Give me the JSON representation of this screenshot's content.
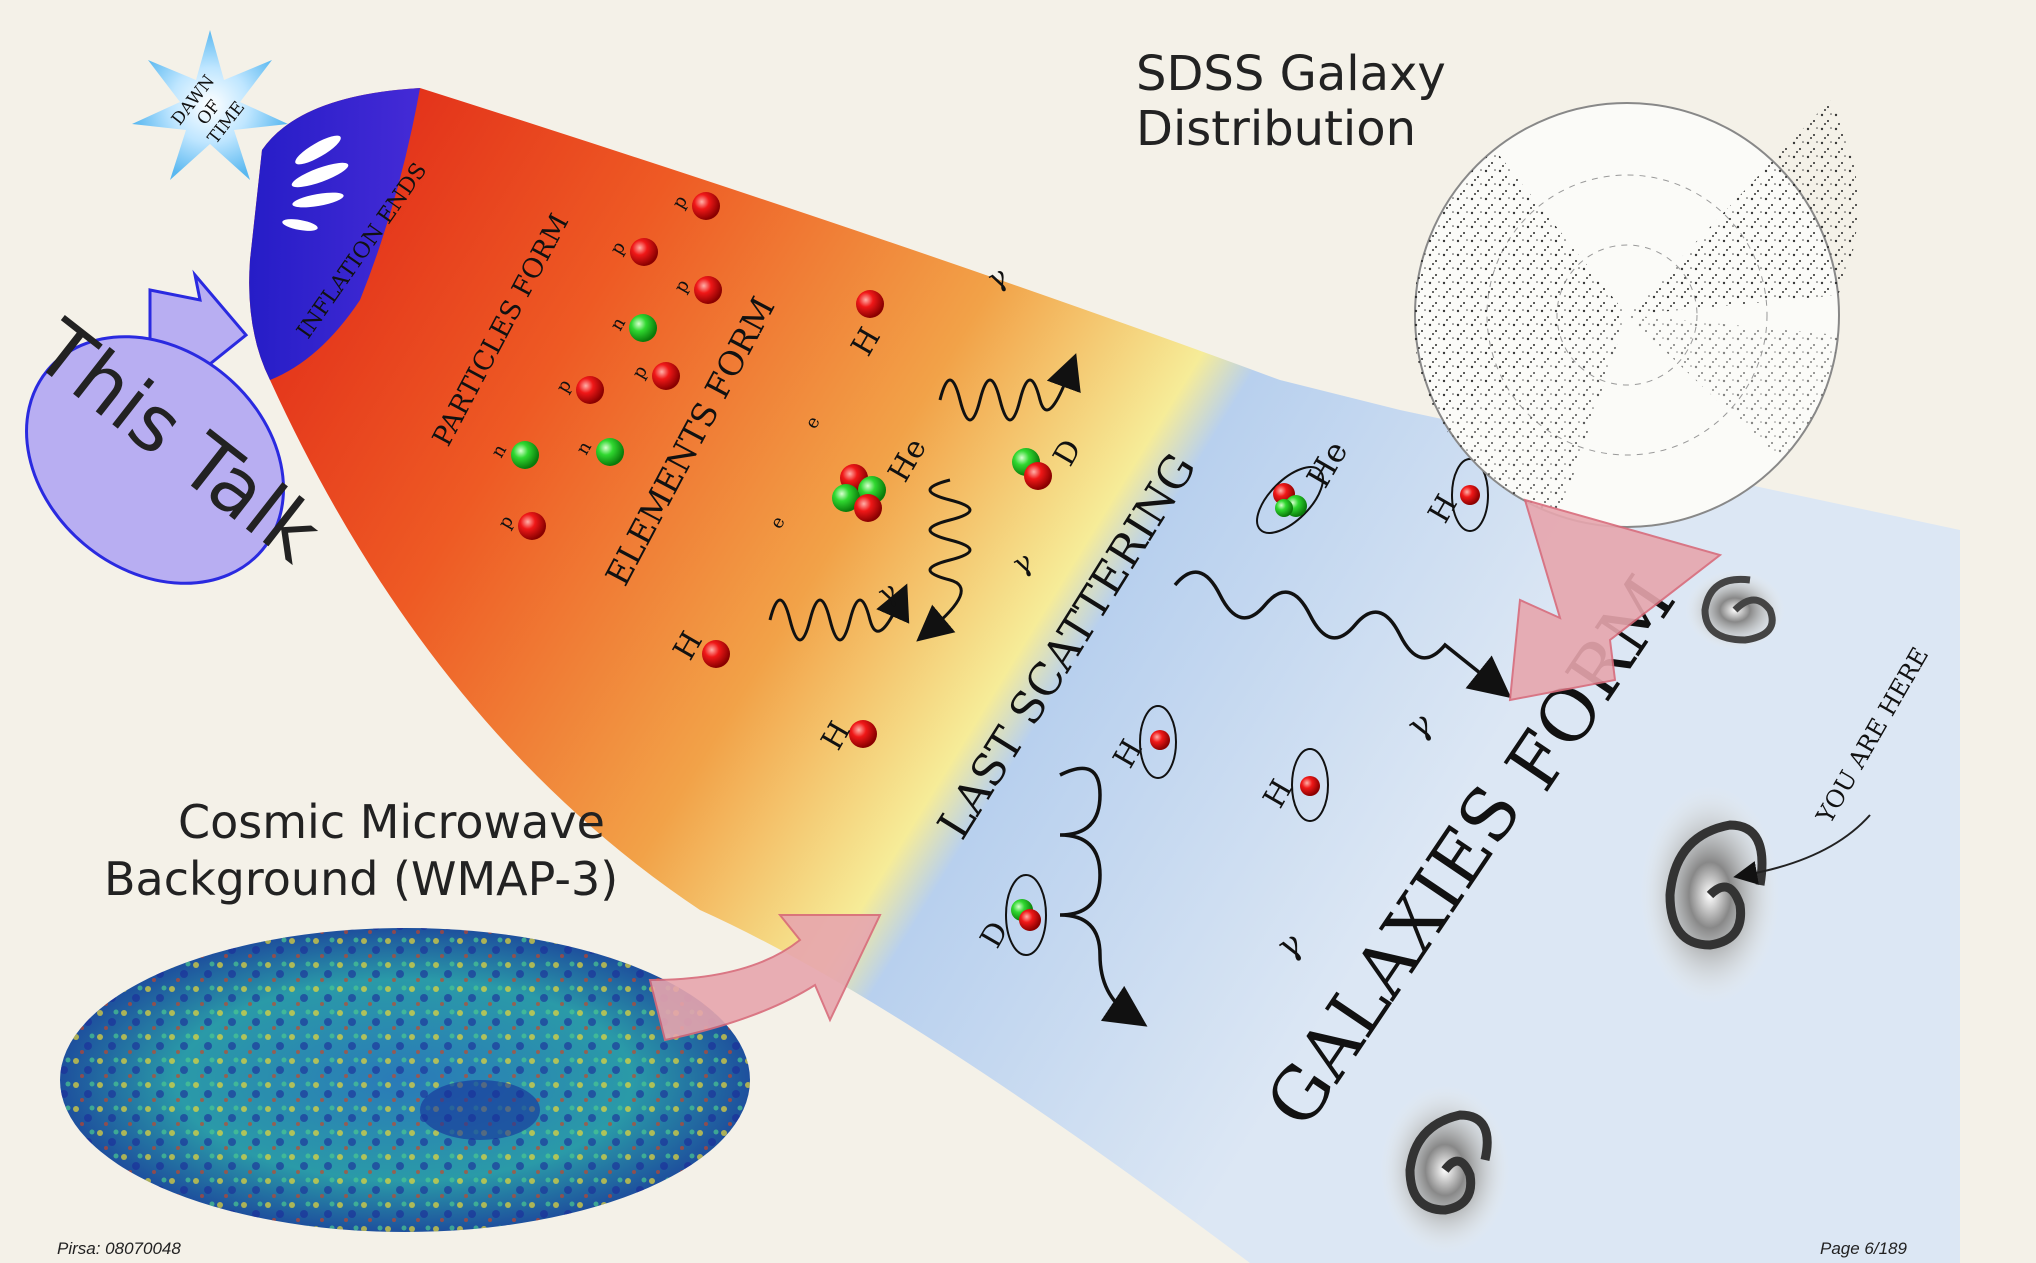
{
  "labels": {
    "dawn_of_time": [
      "DAWN",
      "OF",
      "TIME"
    ],
    "inflation_ends": "INFLATION ENDS",
    "particles_form": "PARTICLES FORM",
    "elements_form": "ELEMENTS FORM",
    "last_scattering": "LAST SCATTERING",
    "galaxies_form_1": "GALAXIES",
    "galaxies_form_2": "FORM",
    "you_are_here": "YOU ARE HERE",
    "this_talk": "This Talk",
    "sdss_title_1": "SDSS Galaxy",
    "sdss_title_2": "Distribution",
    "cmb_title_1": "Cosmic Microwave",
    "cmb_title_2": "Background (WMAP-3)"
  },
  "symbols": {
    "proton": "p",
    "neutron": "n",
    "electron": "e",
    "hydrogen": "H",
    "helium": "He",
    "deuterium": "D",
    "photon": "γ"
  },
  "footer": {
    "source": "Pirsa: 08070048",
    "page": "Page 6/189"
  },
  "colors": {
    "early_red": "#e8301a",
    "orange": "#f08a3a",
    "yellow": "#f4ea92",
    "late_blue": "#b4cfee",
    "inflation_blue": "#2a2ad8",
    "this_talk_fill": "#b8aef2"
  }
}
